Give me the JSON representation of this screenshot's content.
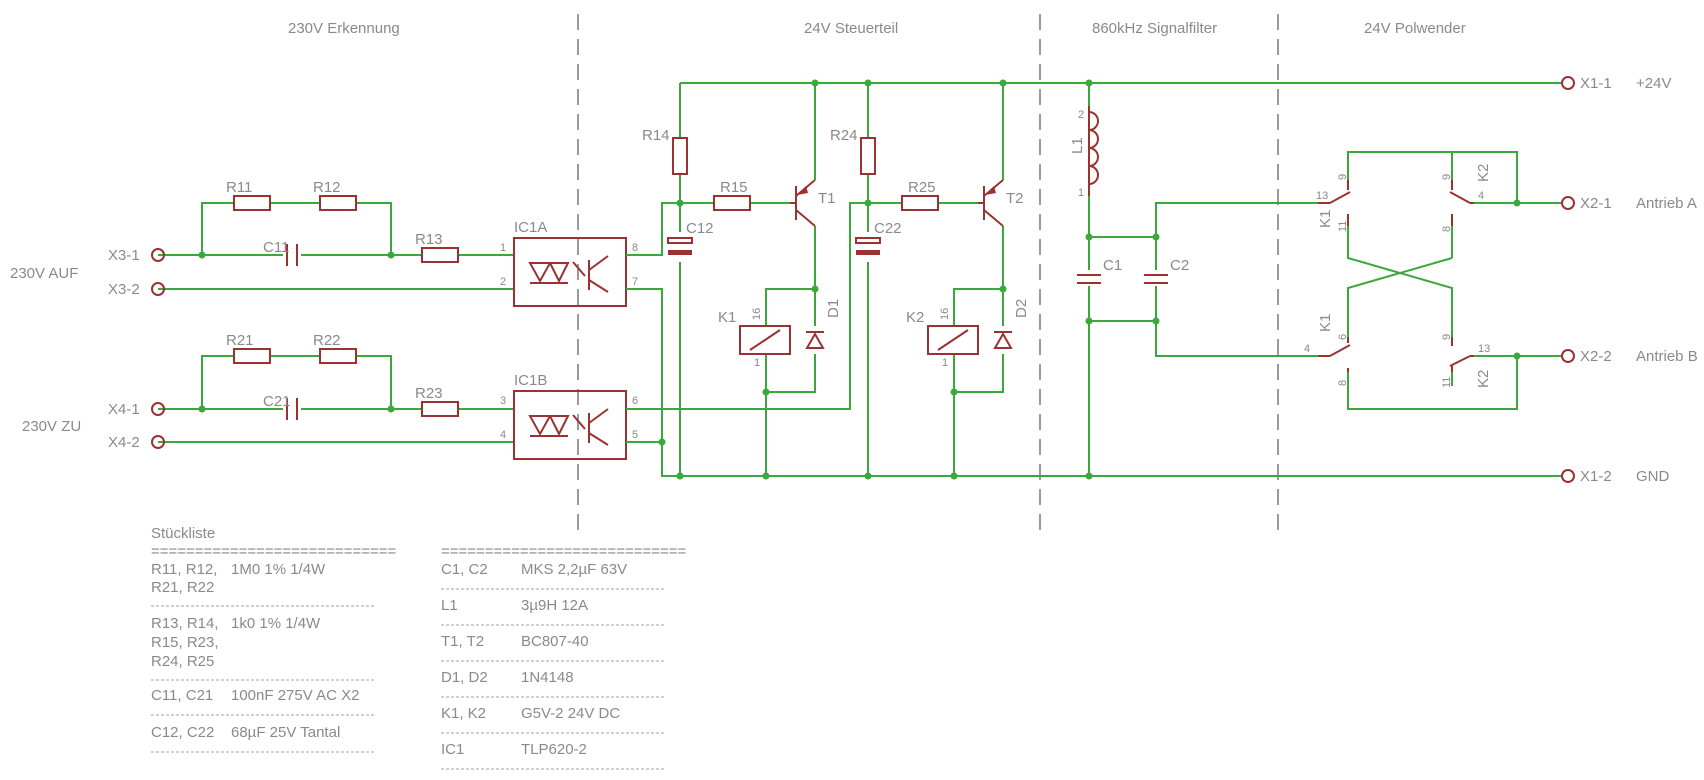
{
  "sections": {
    "s1": "230V Erkennung",
    "s2": "24V Steuerteil",
    "s3": "860kHz Signalfilter",
    "s4": "24V Polwender"
  },
  "connectors": {
    "x3_1": "X3-1",
    "x3_2": "X3-2",
    "x4_1": "X4-1",
    "x4_2": "X4-2",
    "x1_1": "X1-1",
    "x1_2": "X1-2",
    "x2_1": "X2-1",
    "x2_2": "X2-2"
  },
  "signals": {
    "auf": "230V AUF",
    "zu": "230V ZU",
    "plus24": "+24V",
    "gnd": "GND",
    "antrieb_a": "Antrieb A",
    "antrieb_b": "Antrieb B"
  },
  "parts": {
    "r11": "R11",
    "r12": "R12",
    "c11": "C11",
    "r13": "R13",
    "r21": "R21",
    "r22": "R22",
    "c21": "C21",
    "r23": "R23",
    "ic1a": "IC1A",
    "ic1b": "IC1B",
    "r14": "R14",
    "r15": "R15",
    "c12": "C12",
    "t1": "T1",
    "k1": "K1",
    "d1": "D1",
    "r24": "R24",
    "r25": "R25",
    "c22": "C22",
    "t2": "T2",
    "k2": "K2",
    "d2": "D2",
    "l1": "L1",
    "c1": "C1",
    "c2": "C2"
  },
  "pins": {
    "p1": "1",
    "p2": "2",
    "p3": "3",
    "p4": "4",
    "p5": "5",
    "p6": "6",
    "p7": "7",
    "p8": "8",
    "p9": "9",
    "p11": "11",
    "p13": "13",
    "p16": "16"
  },
  "bom": {
    "title": "Stückliste",
    "rule": "============================",
    "left": [
      {
        "ref": "R11, R12,",
        "value": "1M0 1% 1/4W",
        "extra": [
          "R21, R22"
        ]
      },
      {
        "ref": "R13, R14,",
        "value": "1k0 1% 1/4W",
        "extra": [
          "R15, R23,",
          "R24, R25"
        ]
      },
      {
        "ref": "C11, C21",
        "value": "100nF 275V AC  X2",
        "extra": []
      },
      {
        "ref": "C12, C22",
        "value": "68µF 25V Tantal",
        "extra": []
      }
    ],
    "right": [
      {
        "ref": "C1, C2",
        "value": "MKS 2,2µF 63V"
      },
      {
        "ref": "L1",
        "value": "3µ9H  12A"
      },
      {
        "ref": "T1, T2",
        "value": "BC807-40"
      },
      {
        "ref": "D1, D2",
        "value": "1N4148"
      },
      {
        "ref": "K1, K2",
        "value": "G5V-2  24V DC"
      },
      {
        "ref": "IC1",
        "value": "TLP620-2"
      }
    ]
  },
  "colors": {
    "wire": "#3aa83a",
    "component": "#9b3232",
    "text": "#8a8a8a",
    "separator": "#9a9a9a"
  }
}
